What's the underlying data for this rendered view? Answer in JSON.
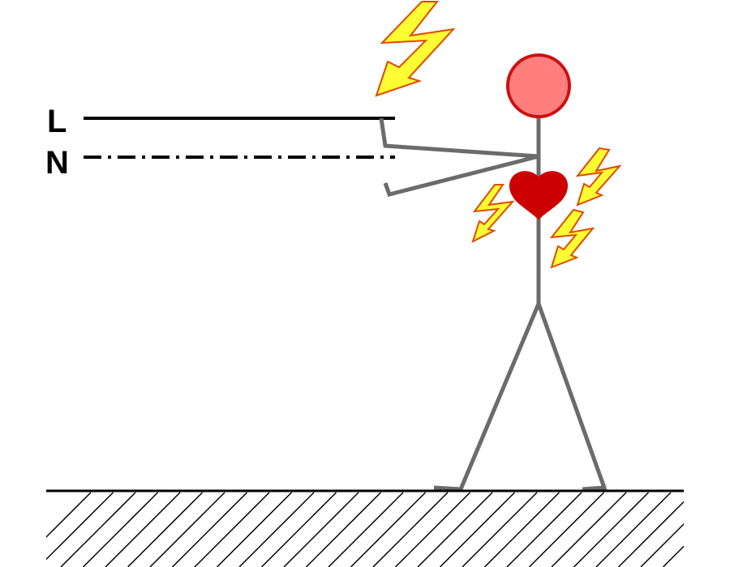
{
  "wires": {
    "live": {
      "label": "L",
      "style": "solid"
    },
    "neutral": {
      "label": "N",
      "style": "dash-dot"
    }
  },
  "colors": {
    "wire": "#000000",
    "body": "#6b6b6b",
    "head_fill": "#ff7f7f",
    "head_stroke": "#cc1111",
    "heart": "#cc0000",
    "bolt_fill": "#ffff33",
    "bolt_stroke": "#e04a00",
    "ground": "#000000",
    "hatch": "#000000",
    "background": "#ffffff"
  },
  "icons": {
    "bolts": [
      "lightning-bolt-icon",
      "lightning-bolt-icon",
      "lightning-bolt-icon",
      "lightning-bolt-icon"
    ],
    "heart": "heart-icon",
    "figure": "stick-figure-icon"
  }
}
